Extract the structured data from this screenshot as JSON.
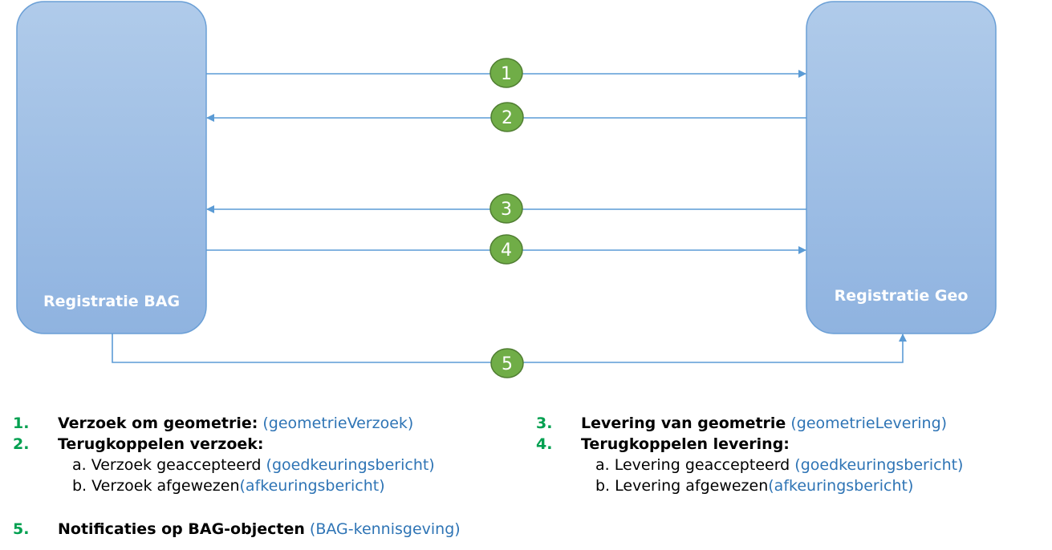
{
  "boxes": {
    "left_label": "Registratie BAG",
    "right_label": "Registratie Geo"
  },
  "flows": [
    {
      "number": "1"
    },
    {
      "number": "2"
    },
    {
      "number": "3"
    },
    {
      "number": "4"
    },
    {
      "number": "5"
    }
  ],
  "legend": {
    "item1": {
      "num": "1.",
      "title": "Verzoek om geometrie:",
      "msg": "(geometrieVerzoek)"
    },
    "item2": {
      "num": "2.",
      "title": "Terugkoppelen verzoek:",
      "sub_a": {
        "text": "a. Verzoek geaccepteerd ",
        "msg": "(goedkeuringsbericht)"
      },
      "sub_b": {
        "text": "b. Verzoek afgewezen",
        "msg": "(afkeuringsbericht)"
      }
    },
    "item3": {
      "num": "3.",
      "title": "Levering van geometrie",
      "msg": "(geometrieLevering)"
    },
    "item4": {
      "num": "4.",
      "title": "Terugkoppelen levering:",
      "sub_a": {
        "text": "a. Levering geaccepteerd ",
        "msg": "(goedkeuringsbericht)"
      },
      "sub_b": {
        "text": "b. Levering afgewezen",
        "msg": "(afkeuringsbericht)"
      }
    },
    "item5": {
      "num": "5.",
      "title": "Notificaties op BAG-objecten",
      "msg": "(BAG-kennisgeving)"
    }
  },
  "colors": {
    "box_fill_top": "#b0cbea",
    "box_fill_bottom": "#8fb3e0",
    "line": "#5b9bd5",
    "badge_fill": "#70ad47",
    "badge_stroke": "#507e32",
    "number_green": "#00a050",
    "message_blue": "#2e74b5"
  }
}
